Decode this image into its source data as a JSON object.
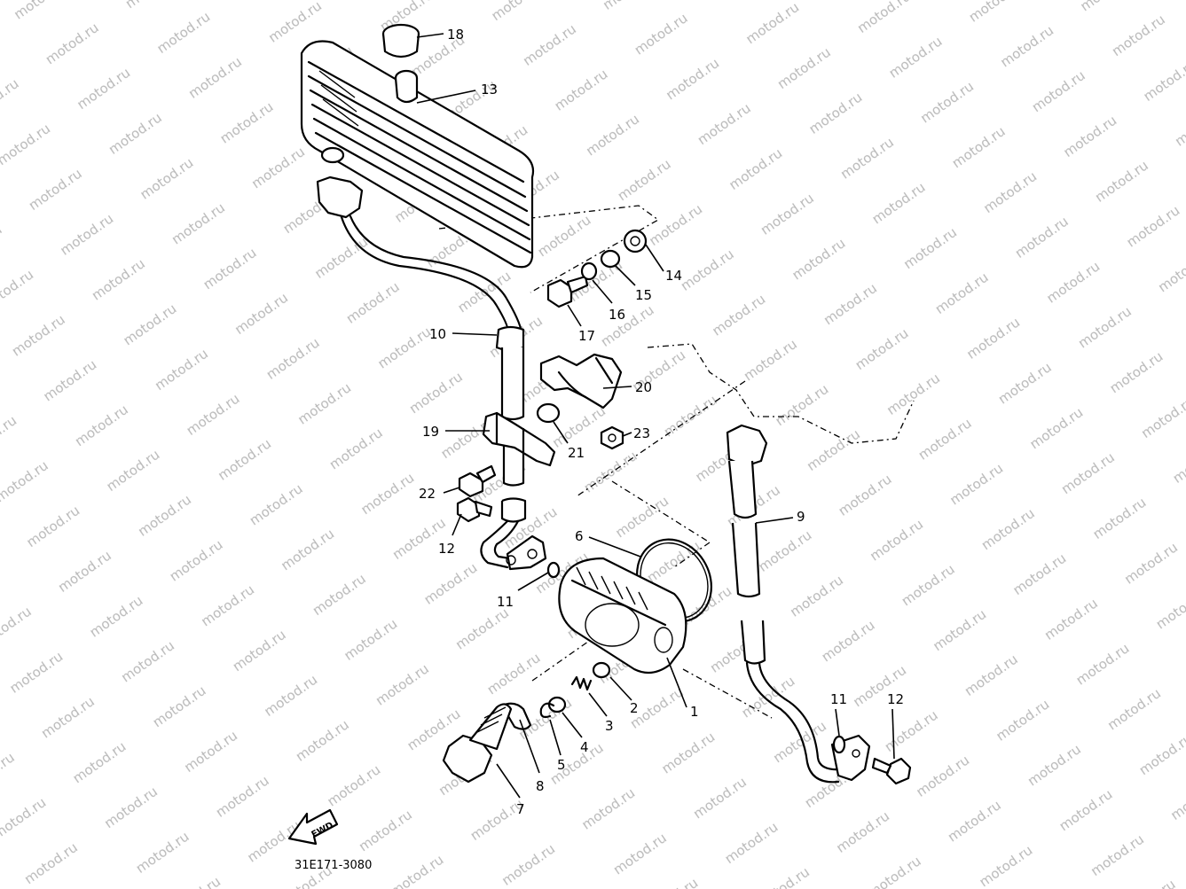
{
  "diagram": {
    "drawing_code": "31E171-3080",
    "fwd_label": "FWD",
    "watermark": "motod.ru",
    "parts": [
      {
        "id": "p1",
        "label": "1"
      },
      {
        "id": "p2",
        "label": "2"
      },
      {
        "id": "p3",
        "label": "3"
      },
      {
        "id": "p4",
        "label": "4"
      },
      {
        "id": "p5",
        "label": "5"
      },
      {
        "id": "p6",
        "label": "6"
      },
      {
        "id": "p7",
        "label": "7"
      },
      {
        "id": "p8",
        "label": "8"
      },
      {
        "id": "p9",
        "label": "9"
      },
      {
        "id": "p10",
        "label": "10"
      },
      {
        "id": "p11a",
        "label": "11"
      },
      {
        "id": "p11b",
        "label": "11"
      },
      {
        "id": "p12a",
        "label": "12"
      },
      {
        "id": "p12b",
        "label": "12"
      },
      {
        "id": "p13",
        "label": "13"
      },
      {
        "id": "p14",
        "label": "14"
      },
      {
        "id": "p15",
        "label": "15"
      },
      {
        "id": "p16",
        "label": "16"
      },
      {
        "id": "p17",
        "label": "17"
      },
      {
        "id": "p18",
        "label": "18"
      },
      {
        "id": "p19",
        "label": "19"
      },
      {
        "id": "p20",
        "label": "20"
      },
      {
        "id": "p21",
        "label": "21"
      },
      {
        "id": "p22",
        "label": "22"
      },
      {
        "id": "p23",
        "label": "23"
      }
    ]
  }
}
